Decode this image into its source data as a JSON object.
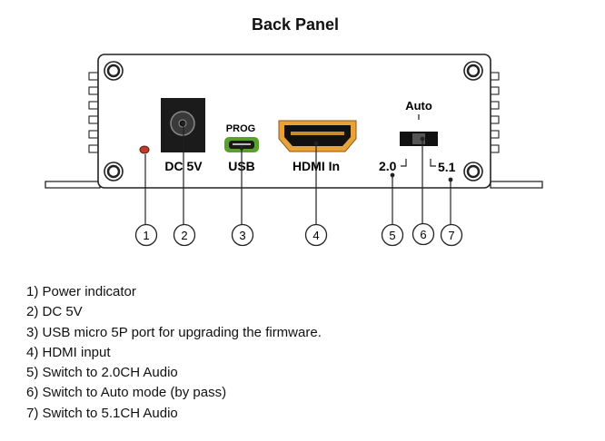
{
  "title": "Back Panel",
  "panel": {
    "labels": {
      "dc": "DC 5V",
      "prog": "PROG",
      "usb": "USB",
      "hdmi": "HDMI In",
      "auto": "Auto",
      "ch20": "2.0",
      "ch51": "5.1"
    }
  },
  "callouts": [
    "1",
    "2",
    "3",
    "4",
    "5",
    "6",
    "7"
  ],
  "legend": [
    "1) Power indicator",
    "2) DC 5V",
    "3) USB micro 5P port for upgrading the firmware.",
    "4) HDMI input",
    "5) Switch to 2.0CH Audio",
    "6) Switch to Auto mode (by pass)",
    "7) Switch to 5.1CH Audio"
  ],
  "colors": {
    "led": "#c0392b",
    "hdmi_gold": "#e8a23a",
    "usb_green": "#5aa02c"
  }
}
